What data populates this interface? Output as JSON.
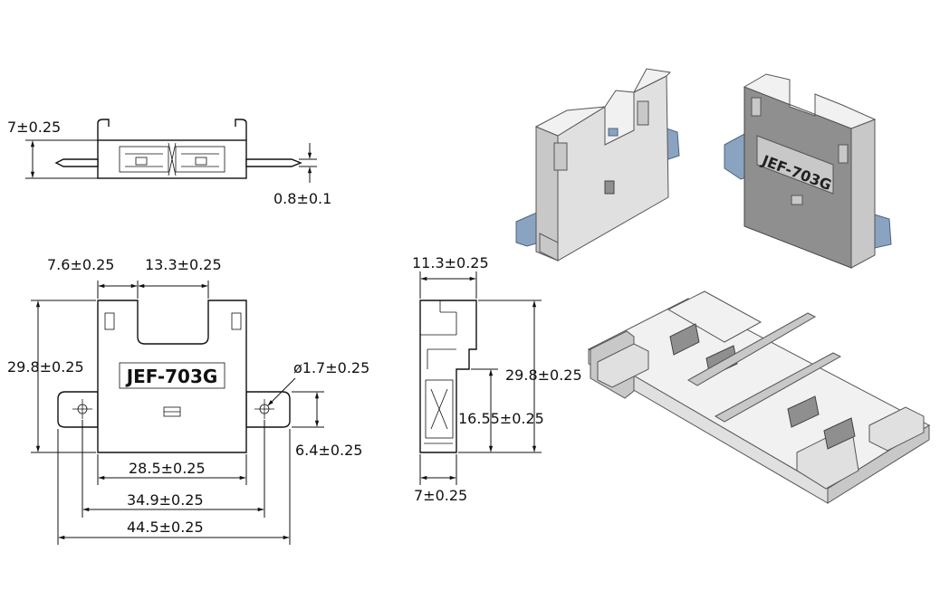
{
  "top_view": {
    "dim_height": "7±0.25",
    "dim_terminal": "0.8±0.1"
  },
  "front_view": {
    "part_marking": "JEF-703G",
    "dim_left_offset": "7.6±0.25",
    "dim_slot_width": "13.3±0.25",
    "dim_height": "29.8±0.25",
    "dim_hole": "ø1.7±0.25",
    "dim_tab_height": "6.4±0.25",
    "dim_body_width": "28.5±0.25",
    "dim_hole_pitch": "34.9±0.25",
    "dim_overall_width": "44.5±0.25"
  },
  "side_view": {
    "dim_top_width": "11.3±0.25",
    "dim_height": "29.8±0.25",
    "dim_lower_height": "16.55±0.25",
    "dim_bottom_width": "7±0.25"
  },
  "iso_views": {
    "marking_back": "JEF-703G"
  },
  "colors": {
    "line": "#111111",
    "body": "#e0e0e0",
    "terminal": "#8aa3c0"
  }
}
